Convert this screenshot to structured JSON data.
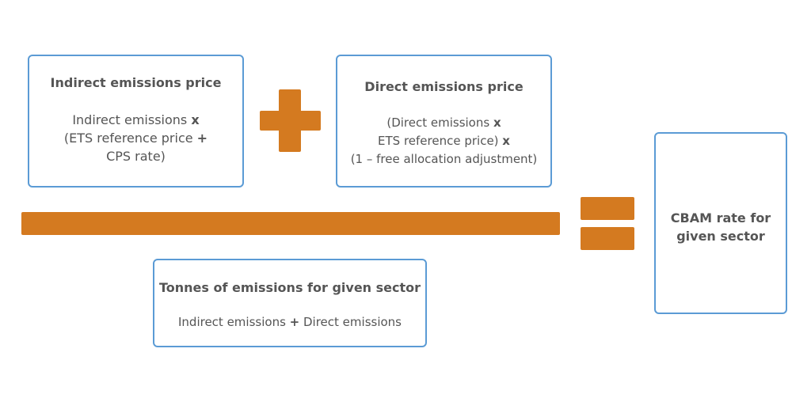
{
  "indirect": {
    "title": "Indirect emissions price",
    "line1_text": "Indirect emissions ",
    "line1_op": "x",
    "line2_text": "(ETS reference price ",
    "line2_op": "+",
    "line3_text": "CPS rate)"
  },
  "direct": {
    "title": "Direct emissions price",
    "line1_text": "(Direct emissions ",
    "line1_op": "x",
    "line2_text": "ETS reference price) ",
    "line2_op": "x",
    "line3_text": "(1 – free allocation adjustment)"
  },
  "tonnes": {
    "title": "Tonnes of emissions for given sector",
    "body_left": "Indirect emissions ",
    "body_op": "+",
    "body_right": " Direct emissions"
  },
  "cbam": {
    "line1": "CBAM rate for",
    "line2": "given sector"
  },
  "colors": {
    "accent": "#d47a20",
    "box_border": "#5b9bd5",
    "text": "#555555"
  }
}
